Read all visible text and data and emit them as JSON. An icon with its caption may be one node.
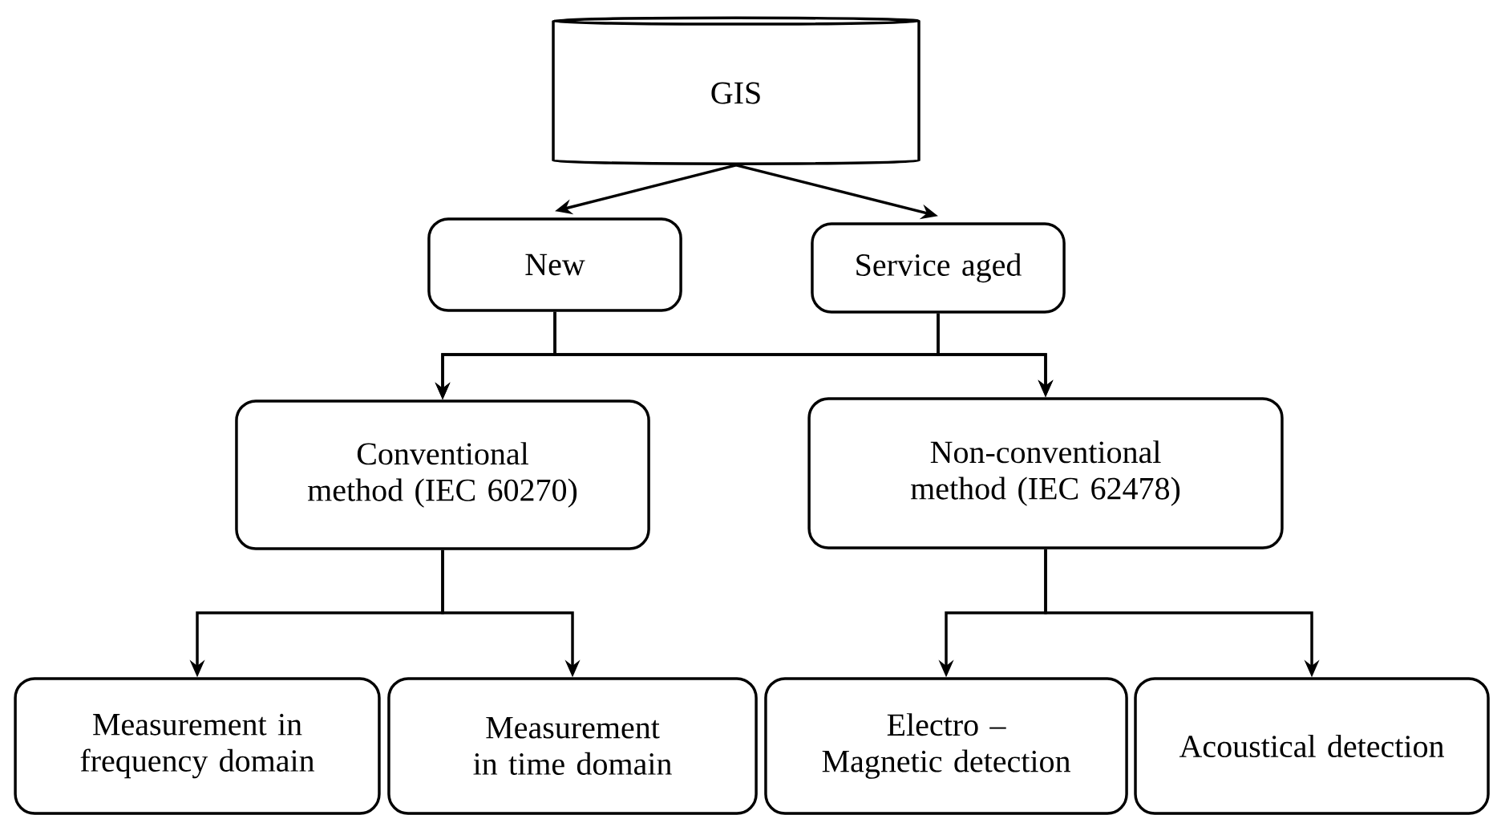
{
  "diagram": {
    "nodes": [
      {
        "text": [
          "GIS"
        ]
      },
      {
        "text": [
          "New"
        ]
      },
      {
        "text": [
          "Service aged"
        ]
      },
      {
        "text": [
          "Conventional method (IEC 60270)"
        ]
      },
      {
        "text": [
          "Non-conventional method (IEC 62478)"
        ]
      },
      {
        "text": [
          "Measurement in frequency domain"
        ]
      },
      {
        "text": [
          "Measurement in time domain"
        ]
      },
      {
        "text": [
          "Electro – Magnetic detection"
        ]
      },
      {
        "text": [
          "Acoustical detection"
        ]
      }
    ],
    "edges": [
      {
        "from": 0,
        "to": 1,
        "arrow": "to"
      },
      {
        "from": 0,
        "to": 2,
        "arrow": "to"
      },
      {
        "from": 1,
        "to": 3,
        "arrow": "to"
      },
      {
        "from": 1,
        "to": 4,
        "arrow": "to"
      },
      {
        "from": 2,
        "to": 3,
        "arrow": "to"
      },
      {
        "from": 2,
        "to": 4,
        "arrow": "to"
      },
      {
        "from": 3,
        "to": 5,
        "arrow": "to"
      },
      {
        "from": 3,
        "to": 6,
        "arrow": "to"
      },
      {
        "from": 4,
        "to": 7,
        "arrow": "to"
      },
      {
        "from": 4,
        "to": 8,
        "arrow": "to"
      }
    ]
  }
}
